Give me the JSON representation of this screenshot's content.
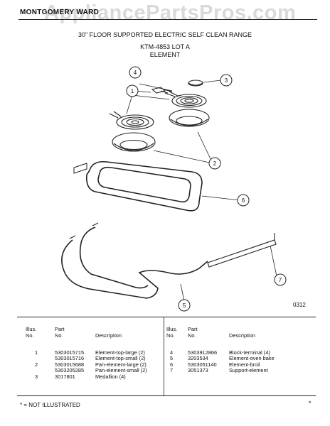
{
  "header": {
    "brand": "MONTGOMERY WARD",
    "watermark": "AppliancePartsPros.com",
    "title": "30\" FLOOR SUPPORTED ELECTRIC SELF CLEAN RANGE",
    "model": "KTM-4853 LOT A",
    "section": "ELEMENT"
  },
  "diagram": {
    "callouts": [
      "1",
      "2",
      "3",
      "4",
      "5",
      "6",
      "7"
    ],
    "page_code": "0312"
  },
  "table": {
    "headers": {
      "illus": [
        "Illus.",
        "No."
      ],
      "part": [
        "Part",
        "No."
      ],
      "description": "Description"
    },
    "left_rows": [
      {
        "illus": "1",
        "part": "5303015715",
        "desc": "Element-top-large (2)"
      },
      {
        "illus": "",
        "part": "5303015716",
        "desc": "Element-top-small (2)"
      },
      {
        "illus": "2",
        "part": "5303015688",
        "desc": "Pan-element-large (2)"
      },
      {
        "illus": "",
        "part": "5303205285",
        "desc": "Pan-element-small (2)"
      },
      {
        "illus": "3",
        "part": "3017801",
        "desc": "Medallion (4)"
      }
    ],
    "right_rows": [
      {
        "illus": "4",
        "part": "5303912866",
        "desc": "Block-terminal (4)"
      },
      {
        "illus": "5",
        "part": "3203534",
        "desc": "Element-oven bake"
      },
      {
        "illus": "6",
        "part": "5303051140",
        "desc": "Element-broil"
      },
      {
        "illus": "7",
        "part": "3051373",
        "desc": "Support-element"
      }
    ]
  },
  "footer": {
    "note": "* = NOT ILLUSTRATED",
    "star": "*"
  }
}
